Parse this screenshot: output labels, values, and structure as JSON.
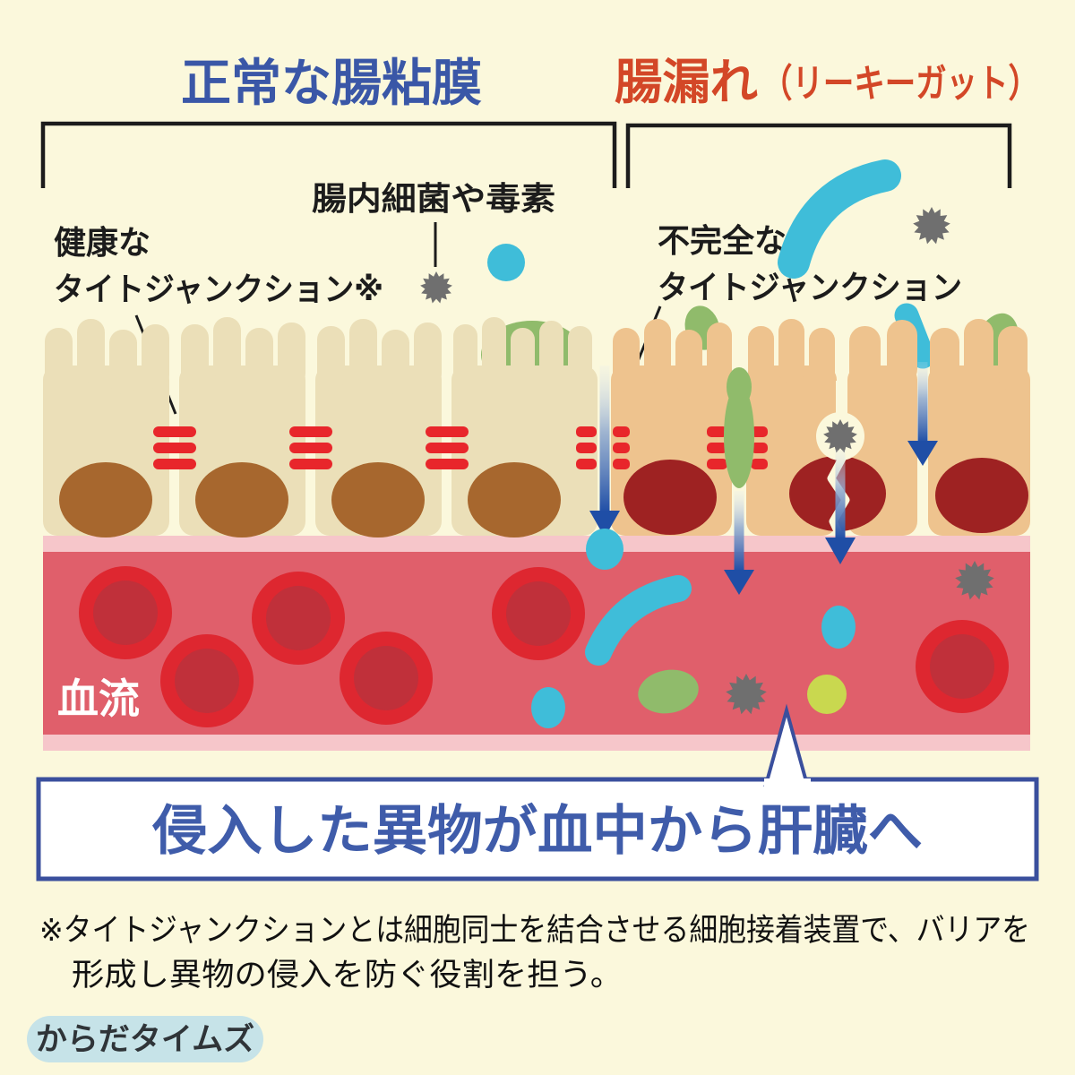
{
  "titles": {
    "left": "正常な腸粘膜",
    "right_main": "腸漏れ",
    "right_paren": "（リーキーガット）"
  },
  "labels": {
    "gut_bacteria_toxins": "腸内細菌や毒素",
    "healthy_tj_l1": "健康な",
    "healthy_tj_l2": "タイトジャンクション※",
    "incomplete_tj_l1": "不完全な",
    "incomplete_tj_l2": "タイトジャンクション",
    "bloodstream": "血流"
  },
  "callout": {
    "text": "侵入した異物が血中から肝臓へ"
  },
  "footnote": {
    "line1": "※タイトジャンクションとは細胞同士を結合させる細胞接着装置で、バリアを",
    "line2": "形成し異物の侵入を防ぐ役割を担う。"
  },
  "badge": {
    "text": "からだタイムズ"
  },
  "colors": {
    "background": "#fbf8dc",
    "title_left_blue": "#3a57a7",
    "title_right_red": "#d34727",
    "cell_normal": "#ebdfb8",
    "cell_leaky": "#eec38e",
    "nucleus_normal": "#a7672e",
    "nucleus_leaky": "#9e2222",
    "tight_junction_red": "#e8262b",
    "vessel_red": "#e05f6b",
    "vessel_pink_border": "#f6c6ca",
    "rbc_outer": "#de2730",
    "rbc_inner": "#c0303a",
    "bacteria_cyan": "#3fbdd9",
    "bacteria_green": "#90bb6b",
    "bacteria_yellow_green": "#c9d84f",
    "toxin_gray": "#6f6f6f",
    "arrow_blue": "#1f4ea6",
    "callout_border": "#3a4f9d",
    "callout_text": "#3f5caa",
    "badge_bg": "#c6e3e8"
  }
}
